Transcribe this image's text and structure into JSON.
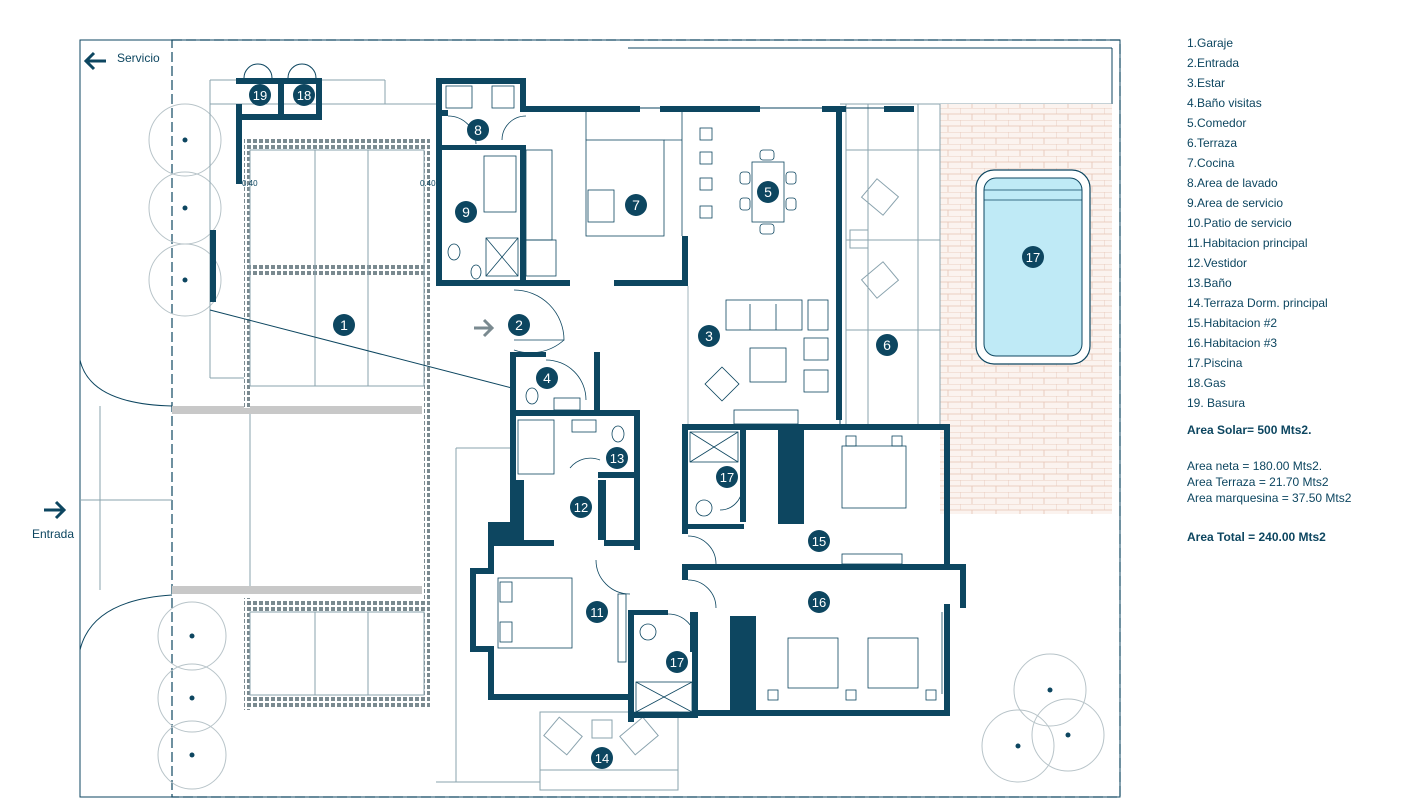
{
  "labels": {
    "servicio": "Servicio",
    "entrada": "Entrada",
    "dimension_a": "0.40",
    "dimension_b": "0.40"
  },
  "room_markers": [
    "1",
    "2",
    "3",
    "4",
    "5",
    "6",
    "7",
    "8",
    "9",
    "11",
    "12",
    "13",
    "14",
    "15",
    "16",
    "17",
    "18",
    "19"
  ],
  "legend": [
    "1.Garaje",
    "2.Entrada",
    "3.Estar",
    "4.Baño visitas",
    "5.Comedor",
    "6.Terraza",
    "7.Cocina",
    "8.Area de lavado",
    "9.Area de servicio",
    "10.Patio de servicio",
    "11.Habitacion principal",
    "12.Vestidor",
    "13.Baño",
    "14.Terraza Dorm. principal",
    "15.Habitacion #2",
    "16.Habitacion #3",
    "17.Piscina",
    "18.Gas",
    "19. Basura"
  ],
  "areas": {
    "solar": "Area Solar= 500 Mts2.",
    "neta": "Area neta = 180.00 Mts2.",
    "terraza": "Area Terraza = 21.70 Mts2",
    "marquesina": "Area marquesina = 37.50 Mts2",
    "total": "Area Total = 240.00 Mts2"
  },
  "colors": {
    "wall": "#0d4660",
    "marker": "#0d4660",
    "marker_text": "#ffffff",
    "pool_water": "#bfeaf6",
    "brick": "#ebd0c4",
    "garage_floor": "#c8c8c8",
    "thin_line": "#8aa3ae"
  }
}
